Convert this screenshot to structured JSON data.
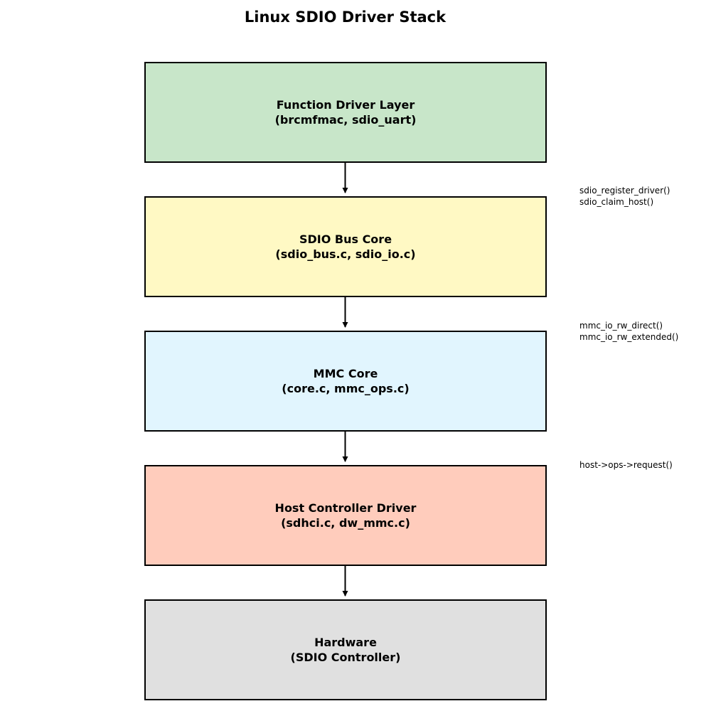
{
  "title": "Linux SDIO Driver Stack",
  "layers": [
    {
      "name": "Function Driver Layer",
      "detail": "(brcmfmac, sdio_uart)",
      "color": "#c8e6c9"
    },
    {
      "name": "SDIO Bus Core",
      "detail": "(sdio_bus.c, sdio_io.c)",
      "color": "#fff9c4"
    },
    {
      "name": "MMC Core",
      "detail": "(core.c, mmc_ops.c)",
      "color": "#e1f5fe"
    },
    {
      "name": "Host Controller Driver",
      "detail": "(sdhci.c, dw_mmc.c)",
      "color": "#ffccbc"
    },
    {
      "name": "Hardware",
      "detail": "(SDIO Controller)",
      "color": "#e0e0e0"
    }
  ],
  "call_notes": [
    {
      "lines": [
        "sdio_register_driver()",
        "sdio_claim_host()"
      ]
    },
    {
      "lines": [
        "mmc_io_rw_direct()",
        "mmc_io_rw_extended()"
      ]
    },
    {
      "lines": [
        "host->ops->request()"
      ]
    }
  ]
}
